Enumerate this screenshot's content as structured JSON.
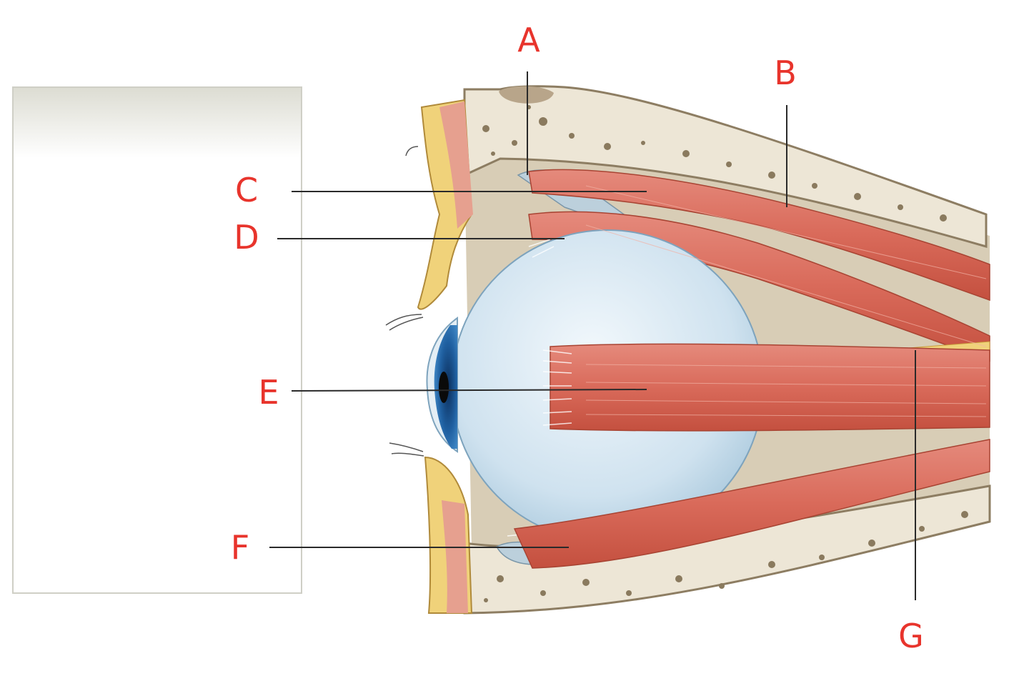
{
  "diagram": {
    "labels": {
      "a": "A",
      "b": "B",
      "c": "C",
      "d": "D",
      "e": "E",
      "f": "F",
      "g": "G"
    }
  },
  "colors": {
    "label_red": "#e8342c",
    "muscle": "#d9695a",
    "sclera": "#d4e6f2",
    "iris": "#1f5fa0",
    "bone": "#ece4d4",
    "fat": "#f0d27a"
  }
}
